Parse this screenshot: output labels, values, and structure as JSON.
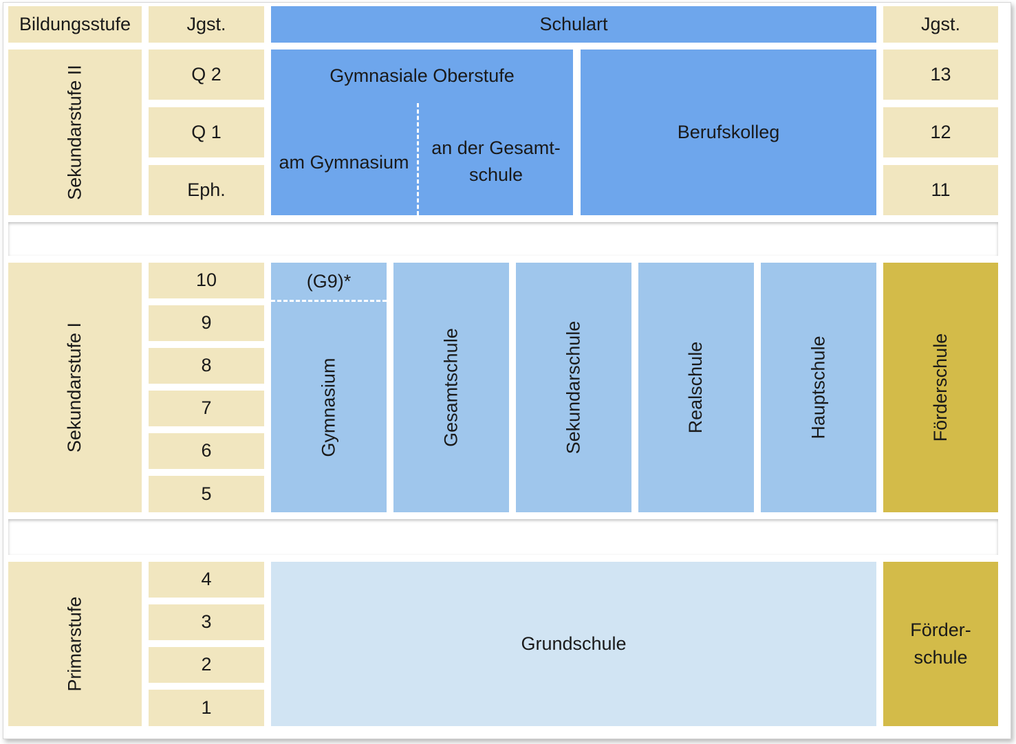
{
  "header": {
    "bildungsstufe": "Bildungsstufe",
    "jgst_left": "Jgst.",
    "schulart": "Schulart",
    "jgst_right": "Jgst."
  },
  "stages": {
    "sek2": "Sekundarstufe II",
    "sek1": "Sekundarstufe I",
    "primar": "Primarstufe"
  },
  "jgst_left": {
    "sek2": [
      "Q 2",
      "Q 1",
      "Eph."
    ],
    "sek1": [
      "10",
      "9",
      "8",
      "7",
      "6",
      "5"
    ],
    "primar": [
      "4",
      "3",
      "2",
      "1"
    ]
  },
  "jgst_right": {
    "sek2": [
      "13",
      "12",
      "11"
    ]
  },
  "schools": {
    "oberstufe": "Gymnasiale Oberstufe",
    "am_gymnasium": "am Gymnasium",
    "an_gesamtschule": "an der Gesamt-\nschule",
    "berufskolleg": "Berufskolleg",
    "g9": "(G9)*",
    "gymnasium": "Gymnasium",
    "gesamtschule": "Gesamtschule",
    "sekundarschule": "Sekundarschule",
    "realschule": "Realschule",
    "hauptschule": "Hauptschule",
    "foerderschule_sek1": "Förderschule",
    "grundschule": "Grundschule",
    "foerderschule_primar": "Förder-\nschule"
  },
  "colors": {
    "cream": "#f1e6bf",
    "blue_dark": "#6ea6ec",
    "blue_mid": "#9fc6ec",
    "blue_light": "#d1e4f3",
    "gold": "#d3bb49"
  }
}
